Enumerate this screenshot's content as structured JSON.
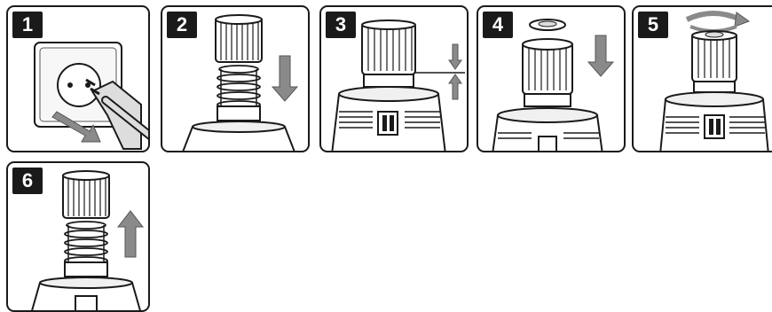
{
  "steps": [
    {
      "number": "1",
      "icon": "unplug-icon"
    },
    {
      "number": "2",
      "icon": "insert-filter-icon"
    },
    {
      "number": "3",
      "icon": "align-filter-icon"
    },
    {
      "number": "4",
      "icon": "attach-cap-icon"
    },
    {
      "number": "5",
      "icon": "twist-lock-icon"
    },
    {
      "number": "6",
      "icon": "remove-filter-icon"
    }
  ],
  "colors": {
    "border": "#1a1a1a",
    "arrow_gray": "#8a8a8a",
    "light_gray": "#d9d9d9"
  }
}
